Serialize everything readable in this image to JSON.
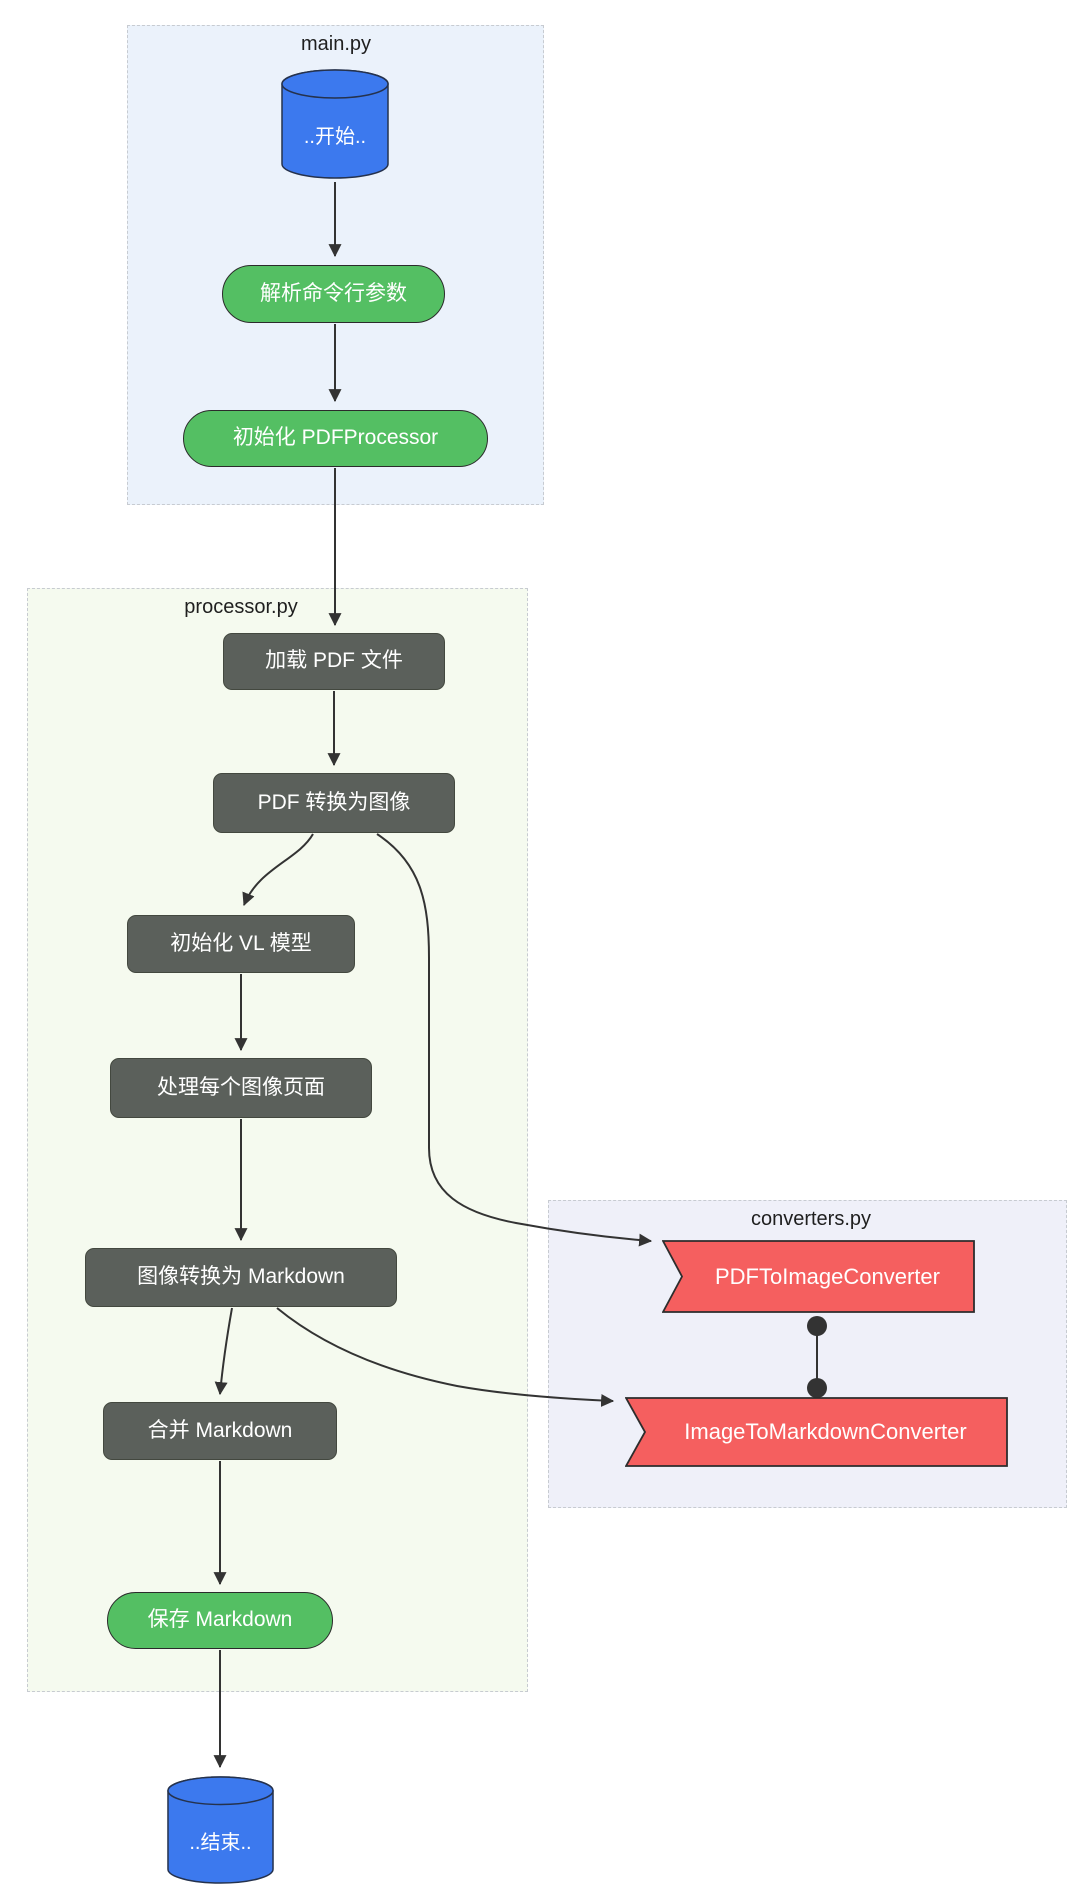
{
  "diagram": {
    "clusters": {
      "main": {
        "label": "main.py"
      },
      "processor": {
        "label": "processor.py"
      },
      "converters": {
        "label": "converters.py"
      }
    },
    "nodes": {
      "start": {
        "label": "..开始..",
        "shape": "cylinder"
      },
      "parse_args": {
        "label": "解析命令行参数",
        "shape": "stadium"
      },
      "init_pdfprocessor": {
        "label": "初始化 PDFProcessor",
        "shape": "stadium"
      },
      "load_pdf": {
        "label": "加载 PDF 文件",
        "shape": "rect"
      },
      "pdf_to_image": {
        "label": "PDF 转换为图像",
        "shape": "rect"
      },
      "init_vl": {
        "label": "初始化 VL 模型",
        "shape": "rect"
      },
      "process_pages": {
        "label": "处理每个图像页面",
        "shape": "rect"
      },
      "image_to_markdown": {
        "label": "图像转换为 Markdown",
        "shape": "rect"
      },
      "merge_markdown": {
        "label": "合并 Markdown",
        "shape": "rect"
      },
      "save_markdown": {
        "label": "保存 Markdown",
        "shape": "stadium"
      },
      "end": {
        "label": "..结束..",
        "shape": "cylinder"
      },
      "pdf_to_image_converter": {
        "label": "PDFToImageConverter",
        "shape": "odd-banner"
      },
      "image_to_markdown_converter": {
        "label": "ImageToMarkdownConverter",
        "shape": "odd-banner"
      }
    },
    "edges": [
      {
        "from": "start",
        "to": "parse_args",
        "arrow": true
      },
      {
        "from": "parse_args",
        "to": "init_pdfprocessor",
        "arrow": true
      },
      {
        "from": "init_pdfprocessor",
        "to": "load_pdf",
        "arrow": true
      },
      {
        "from": "load_pdf",
        "to": "pdf_to_image",
        "arrow": true
      },
      {
        "from": "pdf_to_image",
        "to": "init_vl",
        "arrow": true
      },
      {
        "from": "init_vl",
        "to": "process_pages",
        "arrow": true
      },
      {
        "from": "process_pages",
        "to": "image_to_markdown",
        "arrow": true
      },
      {
        "from": "image_to_markdown",
        "to": "merge_markdown",
        "arrow": true
      },
      {
        "from": "merge_markdown",
        "to": "save_markdown",
        "arrow": true
      },
      {
        "from": "save_markdown",
        "to": "end",
        "arrow": true
      },
      {
        "from": "pdf_to_image",
        "to": "pdf_to_image_converter",
        "arrow": true
      },
      {
        "from": "image_to_markdown",
        "to": "image_to_markdown_converter",
        "arrow": true
      },
      {
        "from": "pdf_to_image_converter",
        "to": "image_to_markdown_converter",
        "arrow": false,
        "endpoints": "circles"
      }
    ],
    "colors": {
      "start_end_fill": "#3c79ee",
      "process_fill": "#54bf63",
      "step_fill": "#5b605b",
      "converter_fill": "#f55f5f",
      "edge_color": "#333333",
      "main_bg": "#ebf2fb",
      "processor_bg": "#f5faef",
      "converters_bg": "#eff0f9",
      "cluster_border": "#c7cbd1",
      "node_text": "#ffffff",
      "label_text": "#1f1f1f"
    }
  }
}
